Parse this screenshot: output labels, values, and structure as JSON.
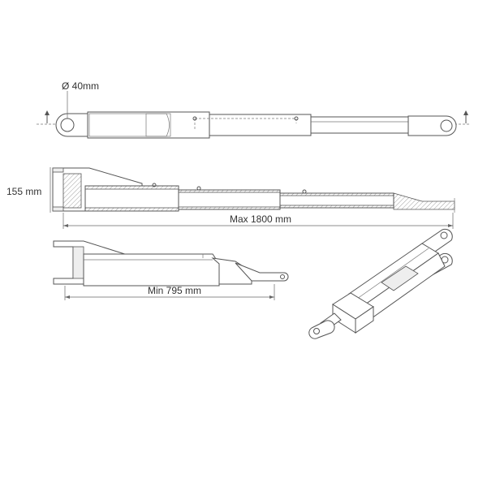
{
  "labels": {
    "pin_diameter": "Ø 40mm",
    "height": "155 mm",
    "max_length": "Max 1800 mm",
    "min_length": "Min 795 mm"
  },
  "colors": {
    "line": "#555555",
    "text": "#333333",
    "fill": "#eeeeee"
  }
}
